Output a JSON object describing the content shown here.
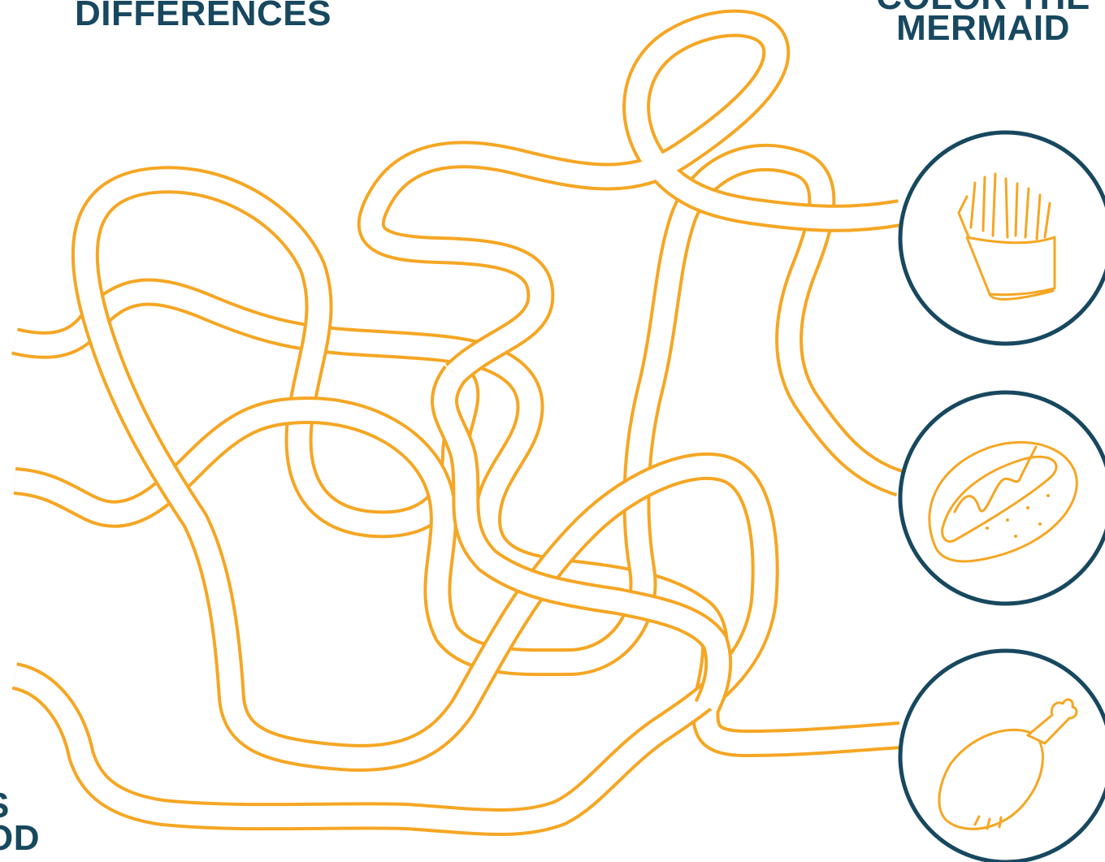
{
  "headings": {
    "left": "DIFFERENCES",
    "right_line1": "COLOR THE",
    "right_line2": "MERMAID",
    "bottom_line1": "S",
    "bottom_line2": "OD"
  },
  "targets": [
    {
      "icon": "french-fries-icon"
    },
    {
      "icon": "hot-dog-icon"
    },
    {
      "icon": "chicken-drumstick-icon"
    }
  ],
  "colors": {
    "path": "#f5a623",
    "heading": "#17485f",
    "circle_border": "#17485f"
  }
}
